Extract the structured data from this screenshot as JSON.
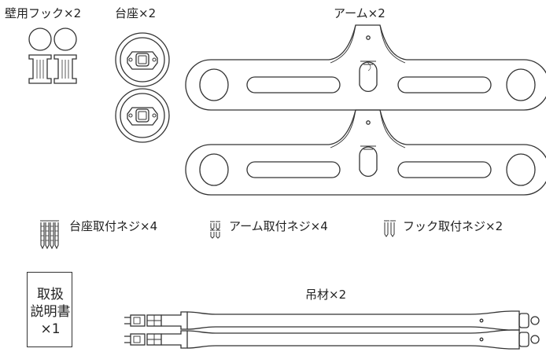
{
  "parts": {
    "wall_hook": "壁用フック×2",
    "base": "台座×2",
    "arm": "アーム×2",
    "base_screw": "台座取付ネジ×4",
    "arm_screw": "アーム取付ネジ×4",
    "hook_screw": "フック取付ネジ×2",
    "hanger": "吊材×2"
  },
  "manual": {
    "line1": "取扱",
    "line2": "説明書",
    "line3": "×1"
  },
  "colors": {
    "line": "#333333",
    "fill": "#ffffff"
  }
}
